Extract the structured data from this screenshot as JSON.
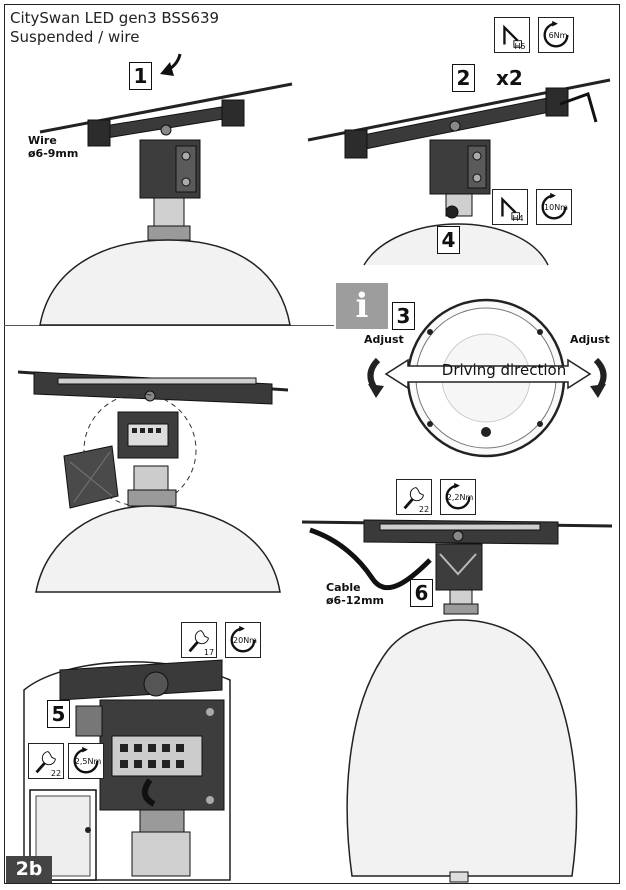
{
  "header": {
    "title_line1": "CitySwan LED gen3 BSS639",
    "title_line2": "Suspended / wire"
  },
  "steps": {
    "s1": "1",
    "s2": "2",
    "s2_multiplier": "x2",
    "s3": "3",
    "s4": "4",
    "s5": "5",
    "s6": "6"
  },
  "labels": {
    "wire_title": "Wire",
    "wire_size": "ø6-9mm",
    "cable_title": "Cable",
    "cable_size": "ø6-12mm",
    "adjust_left": "Adjust",
    "adjust_right": "Adjust",
    "driving_direction": "Driving direction",
    "info_symbol": "i",
    "page_badge": "2b"
  },
  "tools": {
    "step2_hex": "H5",
    "step2_torque": "6Nm",
    "step4_hex": "H4",
    "step4_torque": "10Nm",
    "step6_wrench": "22",
    "step6_torque": "2,2Nm",
    "step5_wrench": "17",
    "step5_torque": "20Nm",
    "step5b_wrench": "22",
    "step5b_torque": "2,5Nm"
  },
  "colors": {
    "ink": "#111111",
    "info_grey": "#9d9d9d",
    "badge": "#444444"
  }
}
